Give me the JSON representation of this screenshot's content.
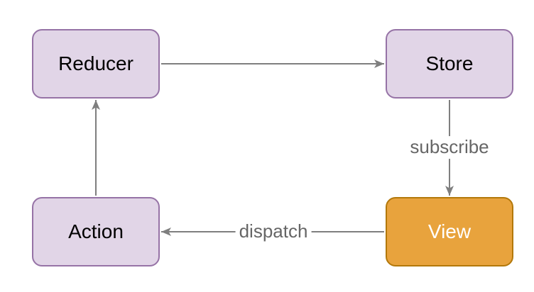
{
  "diagram": {
    "type": "flow-diagram",
    "background_color": "#FFFFFF",
    "edge_color": "#7F7F7F",
    "edge_label_color": "#666666",
    "node_colors": {
      "purple_fill": "#E1D5E7",
      "purple_stroke": "#9673A6",
      "orange_fill": "#E8A33D",
      "orange_stroke": "#B3780A"
    },
    "nodes": [
      {
        "id": "reducer",
        "label": "Reducer",
        "fill": "#E1D5E7",
        "stroke": "#9673A6",
        "text_color": "#000000"
      },
      {
        "id": "store",
        "label": "Store",
        "fill": "#E1D5E7",
        "stroke": "#9673A6",
        "text_color": "#000000"
      },
      {
        "id": "action",
        "label": "Action",
        "fill": "#E1D5E7",
        "stroke": "#9673A6",
        "text_color": "#000000"
      },
      {
        "id": "view",
        "label": "View",
        "fill": "#E8A33D",
        "stroke": "#B3780A",
        "text_color": "#FFFFFF"
      }
    ],
    "edges": [
      {
        "from": "Reducer",
        "to": "Store",
        "label": ""
      },
      {
        "from": "Store",
        "to": "View",
        "label": "subscribe"
      },
      {
        "from": "View",
        "to": "Action",
        "label": "dispatch"
      },
      {
        "from": "Action",
        "to": "Reducer",
        "label": ""
      }
    ]
  }
}
